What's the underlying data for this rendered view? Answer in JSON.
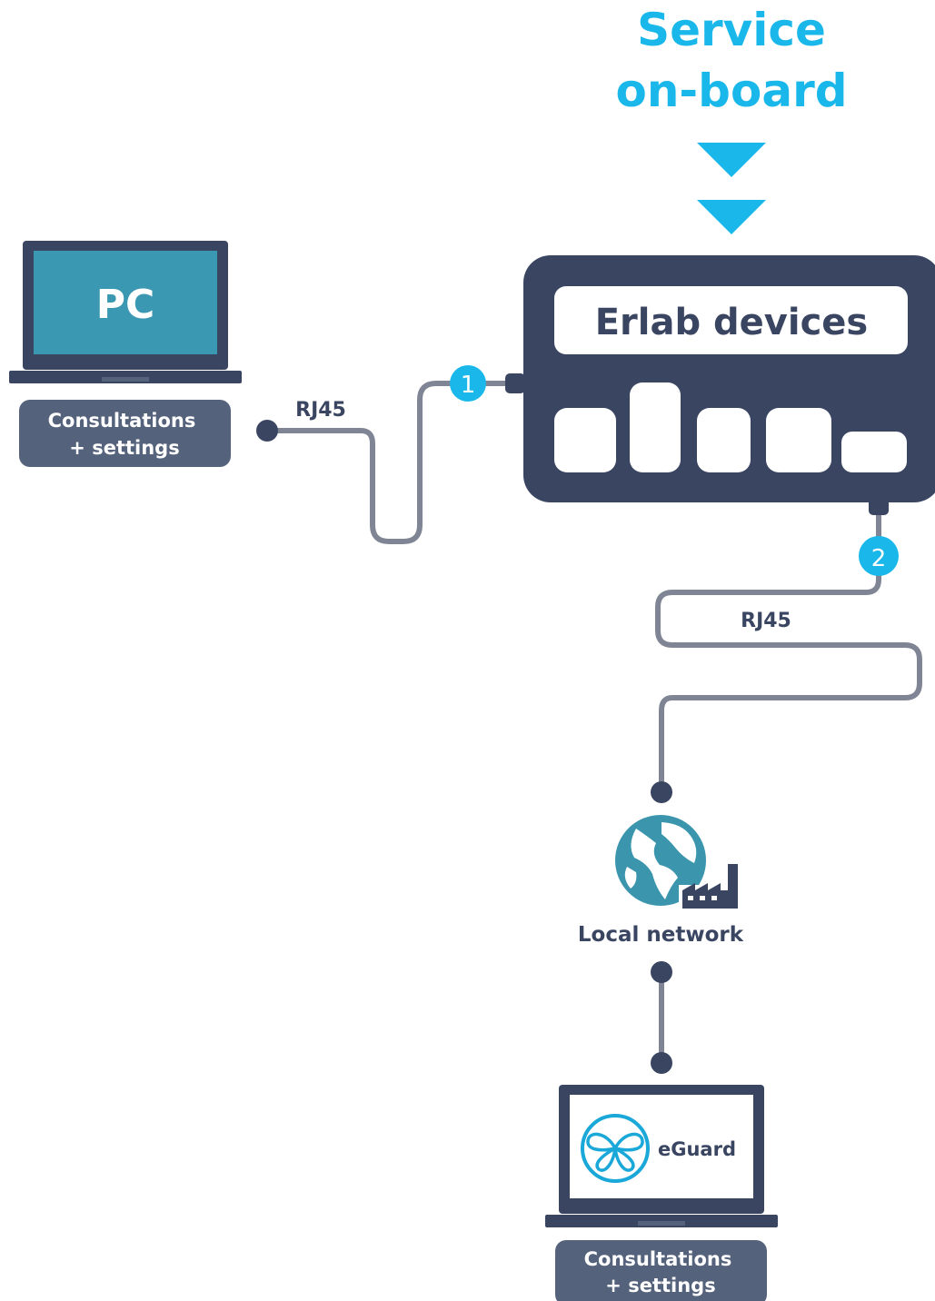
{
  "title": {
    "line1": "Service",
    "line2": "on-board"
  },
  "pc": {
    "screen_label": "PC",
    "caption_line1": "Consultations",
    "caption_line2": "+ settings"
  },
  "devices": {
    "label": "Erlab devices"
  },
  "connections": {
    "cable1_label": "RJ45",
    "cable2_label": "RJ45",
    "port1_number": "1",
    "port2_number": "2"
  },
  "network": {
    "label": "Local network",
    "icon": "globe-factory-icon"
  },
  "eguard": {
    "logo_text": "eGuard",
    "logo_icon": "butterfly-icon",
    "caption_line1": "Consultations",
    "caption_line2": "+ settings"
  },
  "colors": {
    "accent": "#1ab8ea",
    "navy": "#3a4562",
    "slate": "#55627c",
    "cable": "#7f8594",
    "screen_teal": "#3b98b2",
    "globe_teal": "#3a95ad",
    "eguard_logo": "#1aa8d9"
  }
}
